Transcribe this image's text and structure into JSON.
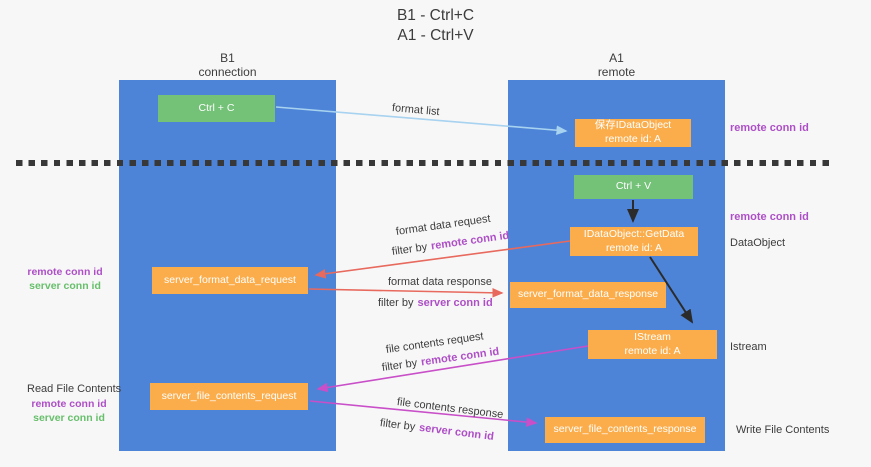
{
  "title": {
    "line1": "B1 - Ctrl+C",
    "line2": "A1 - Ctrl+V"
  },
  "columns": {
    "left": {
      "name": "B1",
      "role": "connection"
    },
    "right": {
      "name": "A1",
      "role": "remote"
    }
  },
  "boxes": {
    "ctrl_c": {
      "label": "Ctrl + C"
    },
    "ctrl_v": {
      "label": "Ctrl + V"
    },
    "save_idataobject": {
      "line1": "保存IDataObject",
      "line2": "remote id: A"
    },
    "getdata": {
      "line1": "IDataObject::GetData",
      "line2": "remote id: A"
    },
    "istream": {
      "line1": "IStream",
      "line2": "remote id: A"
    },
    "server_format_data_request": {
      "label": "server_format_data_request"
    },
    "server_format_data_response": {
      "label": "server_format_data_response"
    },
    "server_file_contents_request": {
      "label": "server_file_contents_request"
    },
    "server_file_contents_response": {
      "label": "server_file_contents_response"
    }
  },
  "arrow_labels": {
    "format_list": "format list",
    "format_data_request": "format data request",
    "format_data_response": "format data response",
    "file_contents_request": "file contents request",
    "file_contents_response": "file contents response",
    "filter_by": "filter by"
  },
  "side_labels": {
    "remote_conn_id": "remote conn id",
    "server_conn_id": "server conn id",
    "dataobject": "DataObject",
    "istream": "Istream",
    "read_file_contents": "Read File Contents",
    "write_file_contents": "Write File Contents"
  },
  "colors": {
    "background": "#f7f7f7",
    "column_blue": "#4d84d7",
    "box_orange": "#fbad4b",
    "box_green": "#74c178",
    "arrow_red": "#e8695d",
    "arrow_magenta": "#c84fc8",
    "arrow_light_blue": "#a7d2f0",
    "arrow_black": "#2b2b2b",
    "text_purple": "#ae4fc7",
    "text_green": "#67bf6b",
    "text_dark": "#3c3c3c"
  }
}
